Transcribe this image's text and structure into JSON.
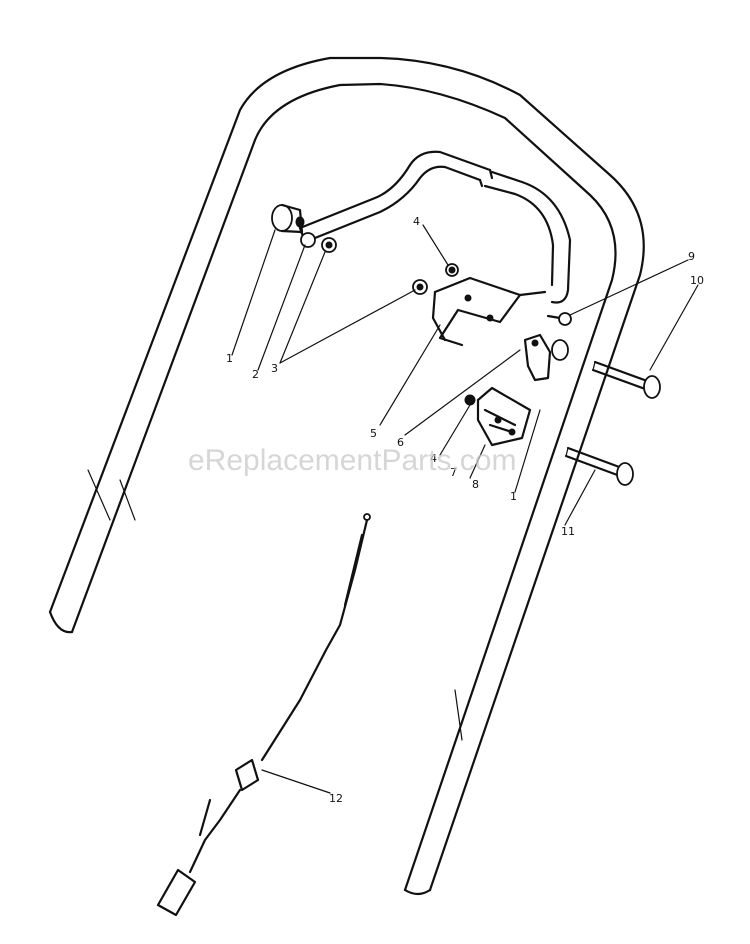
{
  "callouts": [
    {
      "id": "1",
      "label": "1"
    },
    {
      "id": "1b",
      "label": "1"
    },
    {
      "id": "2",
      "label": "2"
    },
    {
      "id": "3",
      "label": "3"
    },
    {
      "id": "4",
      "label": "4"
    },
    {
      "id": "4b",
      "label": "4"
    },
    {
      "id": "5",
      "label": "5"
    },
    {
      "id": "6",
      "label": "6"
    },
    {
      "id": "7",
      "label": "7"
    },
    {
      "id": "8",
      "label": "8"
    },
    {
      "id": "9",
      "label": "9"
    },
    {
      "id": "10",
      "label": "10"
    },
    {
      "id": "11",
      "label": "11"
    },
    {
      "id": "12",
      "label": "12"
    }
  ],
  "watermark": "eReplacementParts.com"
}
